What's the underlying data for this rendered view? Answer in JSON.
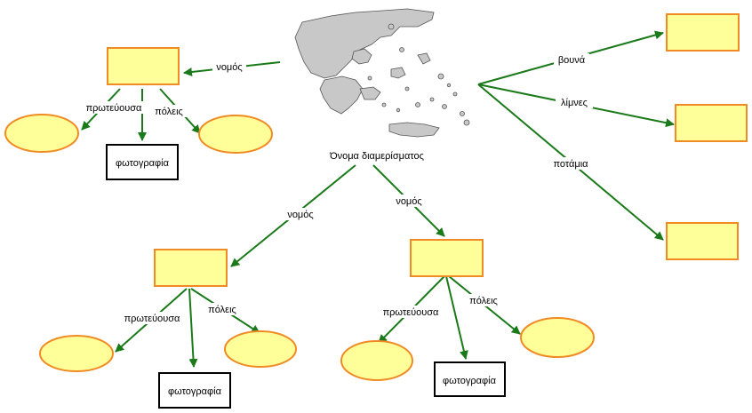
{
  "center_label": "Όνομα διαμερίσματος",
  "labels": {
    "nomos": "νομός",
    "prot": "πρωτεύουσα",
    "poleis": "πόλεις",
    "photo": "φωτογραφία",
    "vouna": "βουνά",
    "limnes": "λίμνες",
    "potamia": "ποτάμια"
  },
  "colors": {
    "arrow": "#1a7a1a",
    "box_fill": "#ffff99",
    "box_stroke": "#f08a24",
    "map_fill": "#c8c8c8",
    "map_stroke": "#555555"
  },
  "map_icon": "greece-map"
}
